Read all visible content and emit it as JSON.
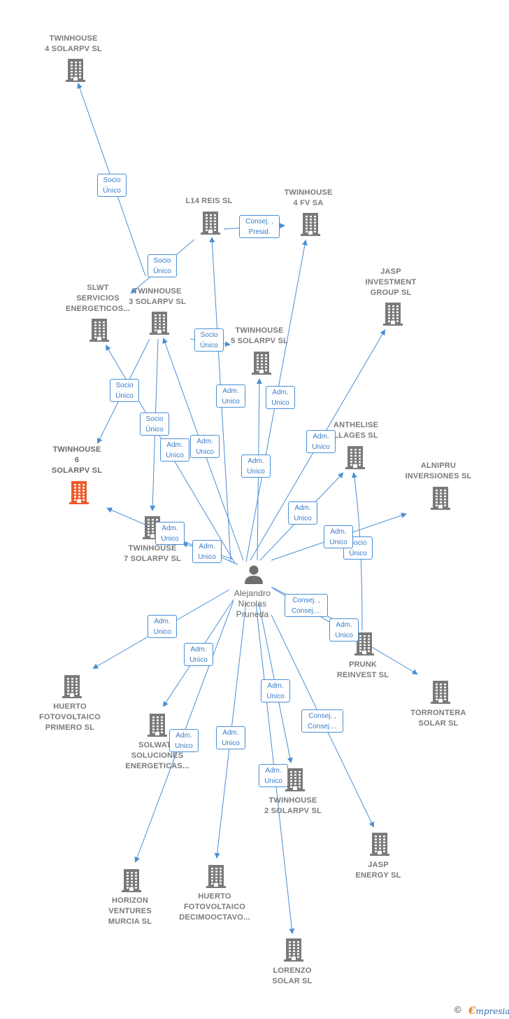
{
  "colors": {
    "edge": "#4a8fd6",
    "node": "#7a7a7a",
    "focus_node": "#f05a28",
    "person": "#6e6e6e"
  },
  "nodes": [
    {
      "id": "tw4solar",
      "label": "TWINHOUSE\n4 SOLARPV  SL",
      "type": "company"
    },
    {
      "id": "l14",
      "label": "L14 REIS  SL",
      "type": "company"
    },
    {
      "id": "tw4fv",
      "label": "TWINHOUSE\n4 FV SA",
      "type": "company"
    },
    {
      "id": "jaspinv",
      "label": "JASP\nINVESTMENT\nGROUP  SL",
      "type": "company"
    },
    {
      "id": "slwt",
      "label": "SLWT\nSERVICIOS\nENERGETICOS...",
      "type": "company"
    },
    {
      "id": "tw3",
      "label": "TWINHOUSE\n3 SOLARPV  SL",
      "type": "company"
    },
    {
      "id": "tw5",
      "label": "TWINHOUSE\n5 SOLARPV  SL",
      "type": "company"
    },
    {
      "id": "anthelise",
      "label": "ANTHELISE\nLLAGES  SL",
      "type": "company"
    },
    {
      "id": "tw6",
      "label": "TWINHOUSE\n6\nSOLARPV  SL",
      "type": "focus"
    },
    {
      "id": "alnipru",
      "label": "ALNIPRU\nINVERSIONES SL",
      "type": "company"
    },
    {
      "id": "tw7",
      "label": "TWINHOUSE\n7 SOLARPV  SL",
      "type": "company"
    },
    {
      "id": "person",
      "label": "Alejandro\nNicolas\nPruneda",
      "type": "person"
    },
    {
      "id": "prunk",
      "label": "PRUNK\nREINVEST  SL",
      "type": "company"
    },
    {
      "id": "huerto1",
      "label": "HUERTO\nFOTOVOLTAICO\nPRIMERO  SL",
      "type": "company"
    },
    {
      "id": "torrontera",
      "label": "TORRONTERA\nSOLAR  SL",
      "type": "company"
    },
    {
      "id": "solwat",
      "label": "SOLWATT\nSOLUCIONES\nENERGETICAS...",
      "type": "company"
    },
    {
      "id": "tw2",
      "label": "TWINHOUSE\n2 SOLARPV  SL",
      "type": "company"
    },
    {
      "id": "jaspenergy",
      "label": "JASP\nENERGY  SL",
      "type": "company"
    },
    {
      "id": "horizon",
      "label": "HORIZON\nVENTURES\nMURCIA  SL",
      "type": "company"
    },
    {
      "id": "huerto18",
      "label": "HUERTO\nFOTOVOLTAICO\nDECIMOOCTAVO...",
      "type": "company"
    },
    {
      "id": "lorenzo",
      "label": "LORENZO\nSOLAR  SL",
      "type": "company"
    }
  ],
  "edge_labels": [
    "Socio\nÚnico",
    "Consej. ,\nPresid.",
    "Socio\nÚnico",
    "Socio\nÚnico",
    "Adm.\nUnico",
    "Adm.\nUnico",
    "Socio\nÚnico",
    "Adm.\nUnico",
    "Socio\nÚnico",
    "Adm.\nUnico",
    "Adm.\nUnico",
    "Adm.\nUnico",
    "Adm.\nUnico",
    "Adm.\nUnico",
    "Adm.\nUnico",
    "Socio\nÚnico",
    "Adm.\nUnico",
    "Consej. ,\nConsej....",
    "Adm.\nUnico",
    "Adm.\nUnico",
    "Adm.\nUnico",
    "Adm.\nUnico",
    "Adm.\nUnico",
    "Consej. ,\nConsej....",
    "Adm.\nUnico",
    "Adm.\nUnico"
  ],
  "footer": {
    "copyright": "©",
    "brand_initial": "€",
    "brand_rest": "mpresia"
  }
}
